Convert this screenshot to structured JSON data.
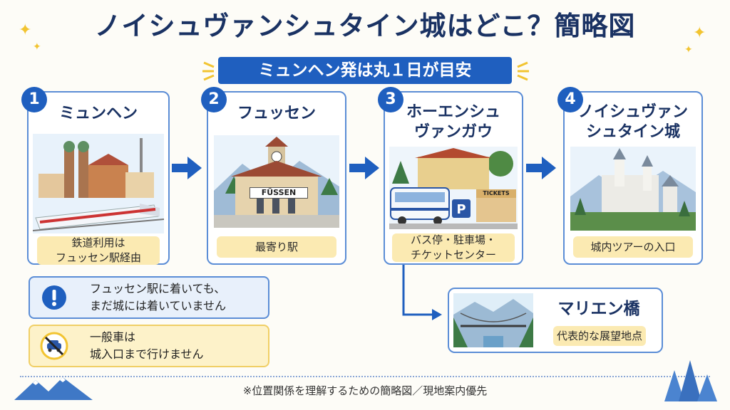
{
  "title": "ノイシュヴァンシュタイン城はどこ？簡略図",
  "banner": "ミュンヘン発は丸１日が目安",
  "steps": [
    {
      "number": "1",
      "title": "ミュンヘン",
      "label_line1": "鉄道利用は",
      "label_line2": "フュッセン駅経由"
    },
    {
      "number": "2",
      "title": "フュッセン",
      "label": "最寄り駅",
      "station_sign": "FÜSSEN"
    },
    {
      "number": "3",
      "title_line1": "ホーエンシュ",
      "title_line2": "ヴァンガウ",
      "label_line1": "バス停・駐車場・",
      "label_line2": "チケットセンター",
      "parking_sign": "P",
      "ticket_sign": "TICKETS"
    },
    {
      "number": "4",
      "title_line1": "ノイシュヴァン",
      "title_line2": "シュタイン城",
      "label": "城内ツアーの入口"
    }
  ],
  "branch": {
    "title": "マリエン橋",
    "label": "代表的な展望地点"
  },
  "notes": [
    {
      "line1": "フュッセン駅に着いても、",
      "line2": "まだ城には着いていません",
      "icon": "exclamation-icon"
    },
    {
      "line1": "一般車は",
      "line2": "城入口まで行けません",
      "icon": "no-car-icon"
    }
  ],
  "footer": "※位置関係を理解するための簡略図／現地案内優先",
  "colors": {
    "accent": "#1f5fbf",
    "label_bg": "#fbeab2",
    "card_border": "#5b8dd6"
  }
}
